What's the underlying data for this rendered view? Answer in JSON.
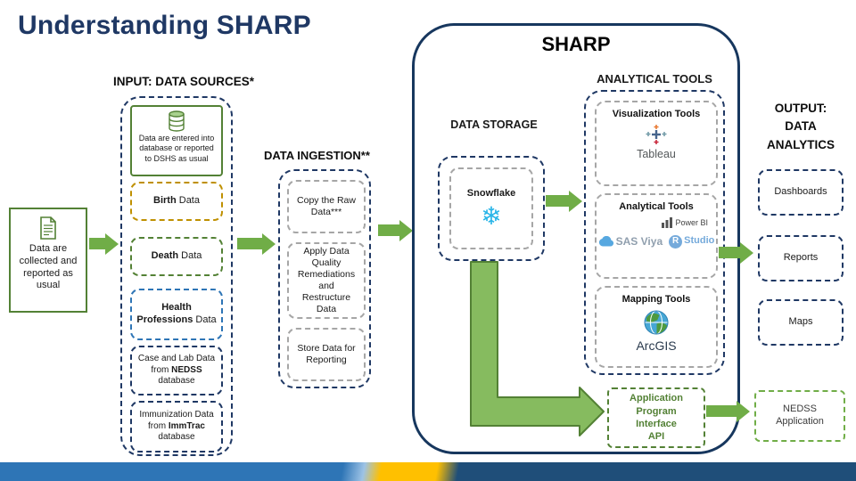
{
  "title": "Understanding SHARP",
  "colors": {
    "title_navy": "#1f3864",
    "arrow_green": "#70ad47",
    "border_green": "#538135",
    "border_gold": "#bf9000",
    "border_blue": "#2e75b6",
    "border_navy": "#1f3864",
    "border_gray": "#a6a6a6",
    "snowflake_blue": "#29b5e8",
    "footer_blue": "#2e75b6",
    "footer_navy": "#1f4e79",
    "footer_gold": "#ffc000"
  },
  "left_box": {
    "text": "Data are collected and reported as usual"
  },
  "input": {
    "heading": "INPUT: DATA SOURCES*",
    "entry_text": "Data are entered into database or reported to DSHS as usual",
    "sources": [
      {
        "pre": "",
        "bold": "Birth",
        "post": " Data"
      },
      {
        "pre": "",
        "bold": "Death",
        "post": " Data"
      },
      {
        "pre": "",
        "bold": "Health Professions",
        "post": " Data"
      },
      {
        "pre": "Case and Lab Data from ",
        "bold": "NEDSS",
        "post": " database"
      },
      {
        "pre": "Immunization Data from ",
        "bold": "ImmTrac",
        "post": " database"
      }
    ]
  },
  "ingestion": {
    "heading": "DATA INGESTION**",
    "steps": [
      "Copy the Raw Data***",
      "Apply Data Quality Remediations and Restructure Data",
      "Store Data for Reporting"
    ]
  },
  "sharp": {
    "title": "SHARP",
    "storage": {
      "heading": "DATA STORAGE",
      "label": "Snowflake"
    },
    "analytical": {
      "heading": "ANALYTICAL TOOLS",
      "groups": [
        {
          "title": "Visualization Tools",
          "logo": "Tableau"
        },
        {
          "title": "Analytical Tools",
          "logos": {
            "power_bi": "Power BI",
            "sas": "SAS Viya",
            "rstudio_r": "R",
            "rstudio": "Studio"
          }
        },
        {
          "title": "Mapping Tools",
          "logo": "ArcGIS"
        }
      ]
    },
    "api": {
      "lines": [
        "Application",
        "Program",
        "Interface",
        "API"
      ]
    }
  },
  "output": {
    "heading_lines": [
      "OUTPUT:",
      "DATA",
      "ANALYTICS"
    ],
    "items": [
      "Dashboards",
      "Reports",
      "Maps"
    ]
  },
  "nedss": {
    "text": "NEDSS Application"
  }
}
